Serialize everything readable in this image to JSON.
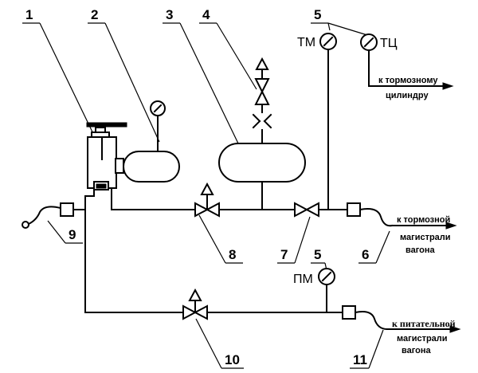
{
  "callouts": {
    "c1": "1",
    "c2": "2",
    "c3": "3",
    "c4": "4",
    "c5_top": "5",
    "c5_mid": "5",
    "c6": "6",
    "c7": "7",
    "c8": "8",
    "c9": "9",
    "c10": "10",
    "c11": "11"
  },
  "gauges": {
    "tm": "ТМ",
    "tc": "ТЦ",
    "pm": "ПМ"
  },
  "destinations": {
    "brake_cylinder": {
      "line1": "к тормозному",
      "line2": "цилиндру"
    },
    "brake_line": {
      "line1": "к тормозной",
      "line2": "магистрали",
      "line3": "вагона"
    },
    "supply_line": {
      "line1": "к питательной",
      "line2": "магистрали",
      "line3": "вагона"
    }
  }
}
